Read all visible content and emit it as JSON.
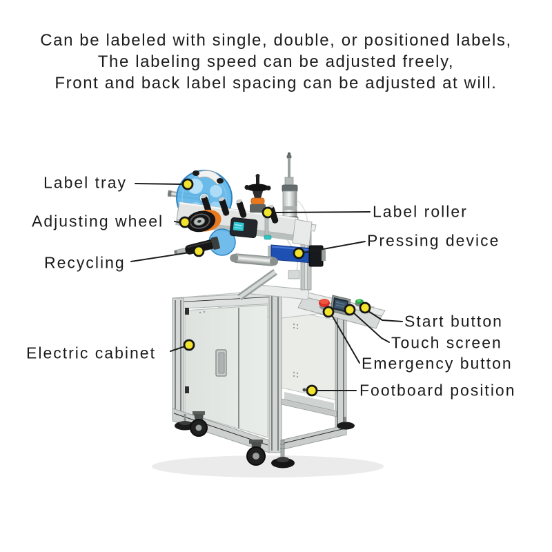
{
  "header": {
    "line1": "Can be labeled with single, double, or positioned labels,",
    "line2": "The labeling speed can be adjusted freely,",
    "line3": "Front and back label spacing can be adjusted at will."
  },
  "callouts": [
    {
      "id": "label-tray",
      "label": "Label tray",
      "side": "left"
    },
    {
      "id": "adjusting-wheel",
      "label": "Adjusting wheel",
      "side": "left"
    },
    {
      "id": "recycling",
      "label": "Recycling",
      "side": "left"
    },
    {
      "id": "electric-cabinet",
      "label": "Electric cabinet",
      "side": "left"
    },
    {
      "id": "label-roller",
      "label": "Label roller",
      "side": "right"
    },
    {
      "id": "pressing-device",
      "label": "Pressing device",
      "side": "right"
    },
    {
      "id": "start-button",
      "label": "Start button",
      "side": "right"
    },
    {
      "id": "touch-screen",
      "label": "Touch screen",
      "side": "right"
    },
    {
      "id": "emergency-button",
      "label": "Emergency button",
      "side": "right"
    },
    {
      "id": "footboard-position",
      "label": "Footboard position",
      "side": "right"
    }
  ],
  "colors": {
    "callout_dot": "#f2e32f",
    "leader_line": "#1c1c1c",
    "machine_blue_disc": "#5ab2e8",
    "machine_deep_blue": "#1e4fb2",
    "accent_orange": "#e8791f",
    "accent_teal": "#2fc6d4",
    "emergency_red": "#d93025",
    "start_green": "#27a844",
    "frame_gray": "#dfe3e2",
    "text": "#1b1b1b"
  }
}
